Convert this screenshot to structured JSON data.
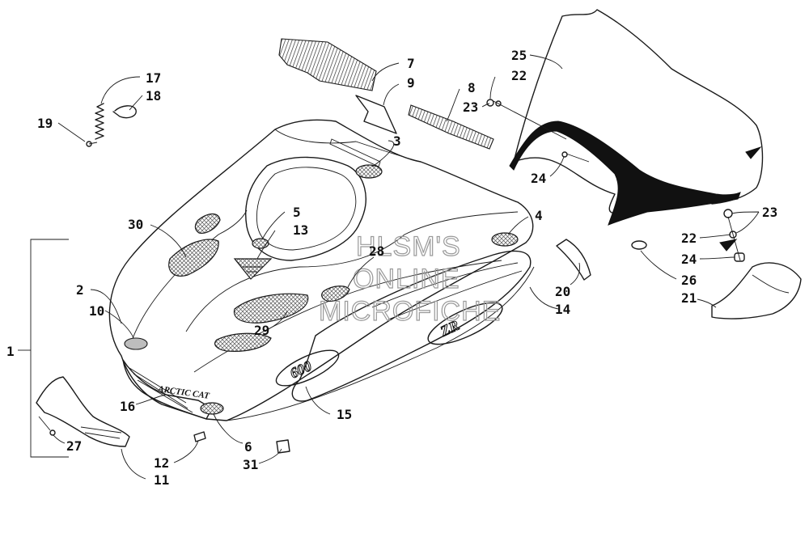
{
  "diagram": {
    "watermark_lines": [
      "HLSM'S",
      "ONLINE",
      "MICROFICHE"
    ],
    "brand_decal": "ARCTIC CAT",
    "model_decal": "600",
    "name_decal": "ZR",
    "callouts": [
      {
        "id": "c1",
        "label": "1"
      },
      {
        "id": "c2",
        "label": "2"
      },
      {
        "id": "c3",
        "label": "3"
      },
      {
        "id": "c4",
        "label": "4"
      },
      {
        "id": "c5",
        "label": "5"
      },
      {
        "id": "c6",
        "label": "6"
      },
      {
        "id": "c7",
        "label": "7"
      },
      {
        "id": "c8",
        "label": "8"
      },
      {
        "id": "c9",
        "label": "9"
      },
      {
        "id": "c10",
        "label": "10"
      },
      {
        "id": "c11",
        "label": "11"
      },
      {
        "id": "c12",
        "label": "12"
      },
      {
        "id": "c13",
        "label": "13"
      },
      {
        "id": "c14",
        "label": "14"
      },
      {
        "id": "c15",
        "label": "15"
      },
      {
        "id": "c16",
        "label": "16"
      },
      {
        "id": "c17",
        "label": "17"
      },
      {
        "id": "c18",
        "label": "18"
      },
      {
        "id": "c19",
        "label": "19"
      },
      {
        "id": "c20",
        "label": "20"
      },
      {
        "id": "c21",
        "label": "21"
      },
      {
        "id": "c22a",
        "label": "22"
      },
      {
        "id": "c22b",
        "label": "22"
      },
      {
        "id": "c23a",
        "label": "23"
      },
      {
        "id": "c23b",
        "label": "23"
      },
      {
        "id": "c24a",
        "label": "24"
      },
      {
        "id": "c24b",
        "label": "24"
      },
      {
        "id": "c25",
        "label": "25"
      },
      {
        "id": "c26",
        "label": "26"
      },
      {
        "id": "c27",
        "label": "27"
      },
      {
        "id": "c28",
        "label": "28"
      },
      {
        "id": "c29",
        "label": "29"
      },
      {
        "id": "c30",
        "label": "30"
      },
      {
        "id": "c31",
        "label": "31"
      }
    ]
  }
}
